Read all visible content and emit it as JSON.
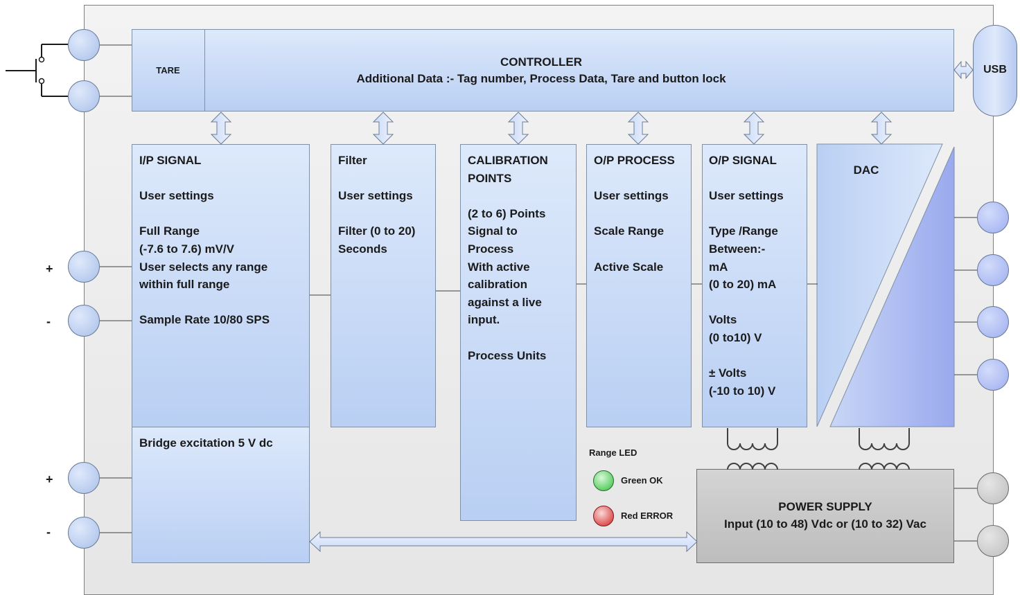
{
  "controller": {
    "tare": "TARE",
    "title": "CONTROLLER",
    "subtitle": "Additional Data :- Tag number,  Process Data, Tare and button lock",
    "usb": "USB"
  },
  "blocks": {
    "ip_signal": "I/P SIGNAL\n\nUser settings\n\nFull Range\n(-7.6 to 7.6) mV/V\nUser selects any range\nwithin full range\n\nSample Rate 10/80 SPS",
    "bridge": "Bridge excitation 5 V dc",
    "filter": "Filter\n\nUser settings\n\nFilter (0 to 20)\nSeconds",
    "calibration": "CALIBRATION\nPOINTS\n\n(2 to 6) Points\nSignal to\nProcess\nWith active\ncalibration\nagainst a live\ninput.\n\nProcess Units",
    "op_process": "O/P PROCESS\n\nUser settings\n\nScale Range\n\n Active Scale",
    "op_signal": "O/P SIGNAL\n\nUser settings\n\nType /Range\nBetween:-\nmA\n(0 to 20) mA\n\nVolts\n(0 to10) V\n\n± Volts\n(-10 to 10) V",
    "dac": "DAC"
  },
  "power_supply": {
    "title": "POWER SUPPLY",
    "subtitle": "Input (10 to 48) Vdc or (10 to 32) Vac"
  },
  "leds": {
    "title": "Range LED",
    "green_label": "Green OK",
    "red_label": "Red ERROR",
    "green_color": "#2fbf3a",
    "red_color": "#d42020"
  },
  "terminals": {
    "input_plus": "+",
    "input_minus": "-",
    "excitation_plus": "+",
    "excitation_minus": "-"
  },
  "colors": {
    "block_light": "#dde9fb",
    "block_dark": "#b9cff3",
    "dac_dark": "#9aa9ee",
    "power_supply": "#c8c8c8"
  }
}
